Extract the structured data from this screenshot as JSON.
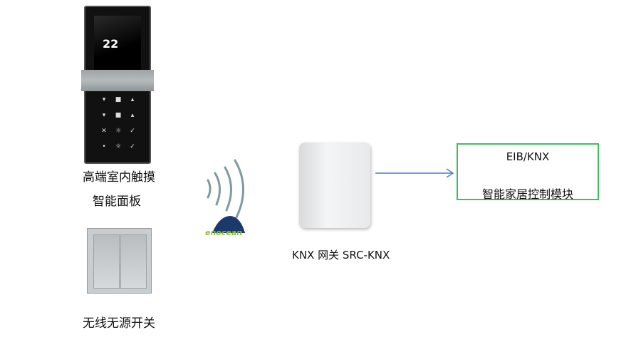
{
  "panel": {
    "label_line1": "高端室内触摸",
    "label_line2": "智能面板",
    "temperature": "22"
  },
  "switch": {
    "label": "无线无源开关"
  },
  "wireless": {
    "logo_text": "enocean",
    "colors": {
      "waves": "#7f9aa0",
      "logo": "#1b3a6b",
      "logo_text": "#8fbf2f"
    }
  },
  "gateway": {
    "label": "KNX 网关 SRC-KNX"
  },
  "module": {
    "line1": "EIB/KNX",
    "line2": "智能家居控制模块",
    "border_color": "#3fbf5f"
  },
  "arrow": {
    "color": "#4a7fc0"
  }
}
